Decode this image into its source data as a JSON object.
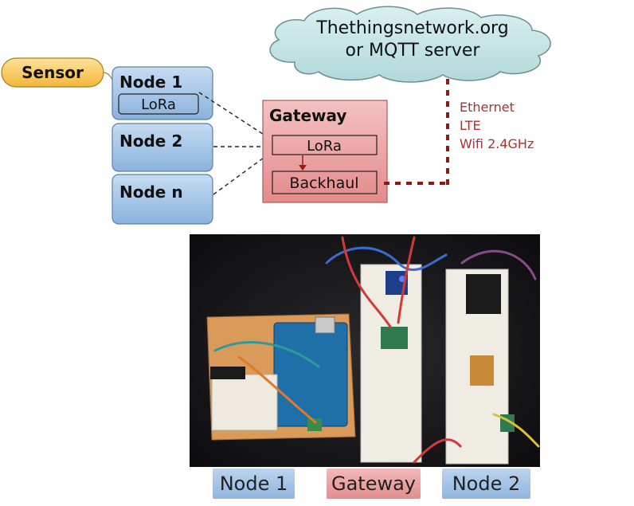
{
  "diagram": {
    "cloud": {
      "line1": "Thethingsnetwork.org",
      "line2": "or MQTT server"
    },
    "sensor": "Sensor",
    "nodes": [
      {
        "label": "Node 1",
        "radio": "LoRa"
      },
      {
        "label": "Node 2"
      },
      {
        "label": "Node n"
      }
    ],
    "gateway": {
      "title": "Gateway",
      "radio": "LoRa",
      "backhaul": "Backhaul"
    },
    "links": [
      "Ethernet",
      "LTE",
      "Wifi 2.4GHz"
    ]
  },
  "photo": {
    "labels": [
      "Node 1",
      "Gateway",
      "Node 2"
    ]
  },
  "colors": {
    "cloud": "#c8e6e6",
    "node_blue": "#9fc1e6",
    "gateway_red": "#ec9e9e",
    "sensor_yellow": "#f7c853",
    "link_text": "#a83232"
  }
}
